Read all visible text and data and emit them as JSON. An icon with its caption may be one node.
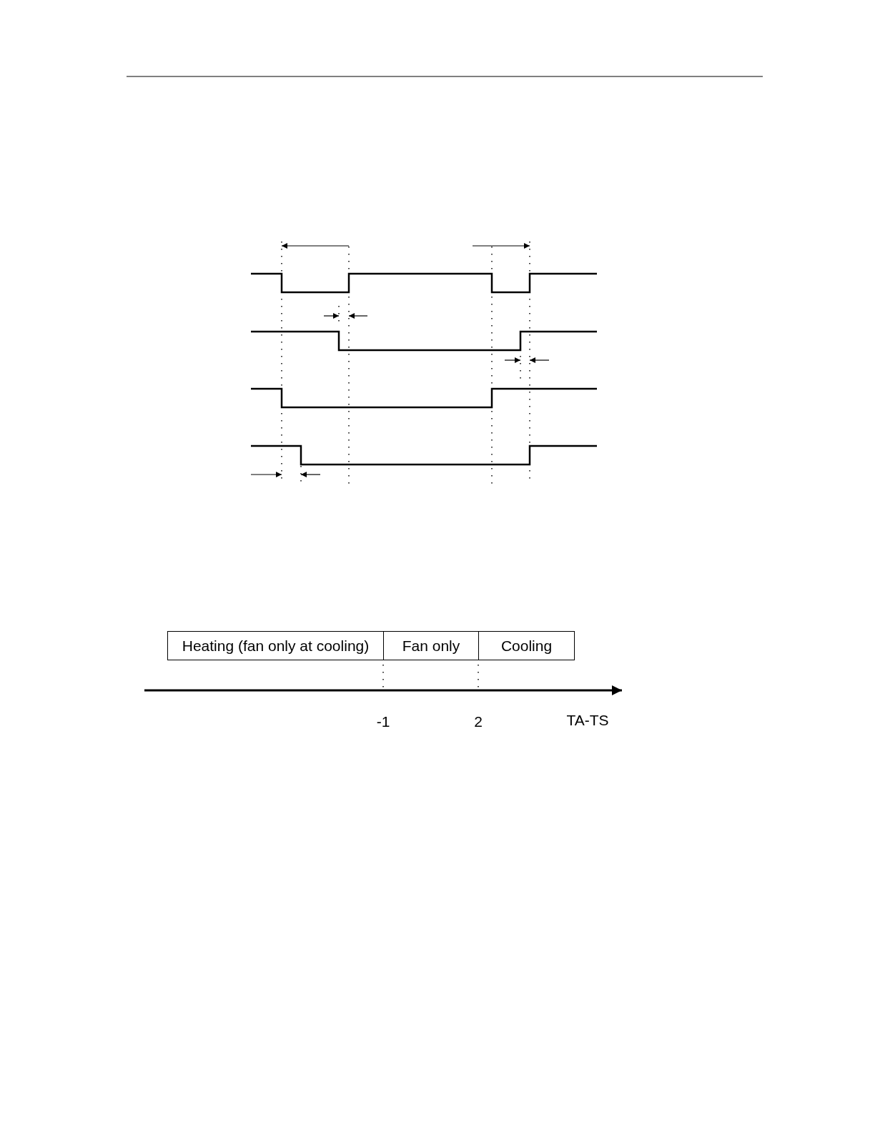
{
  "diagram": {
    "nodes": [
      {
        "text": [
          "Heating (fan only at cooling)"
        ]
      },
      {
        "text": [
          "Fan only"
        ]
      },
      {
        "text": [
          "Cooling"
        ]
      }
    ],
    "labels": [
      "-1",
      "2",
      "TA-TS"
    ]
  }
}
